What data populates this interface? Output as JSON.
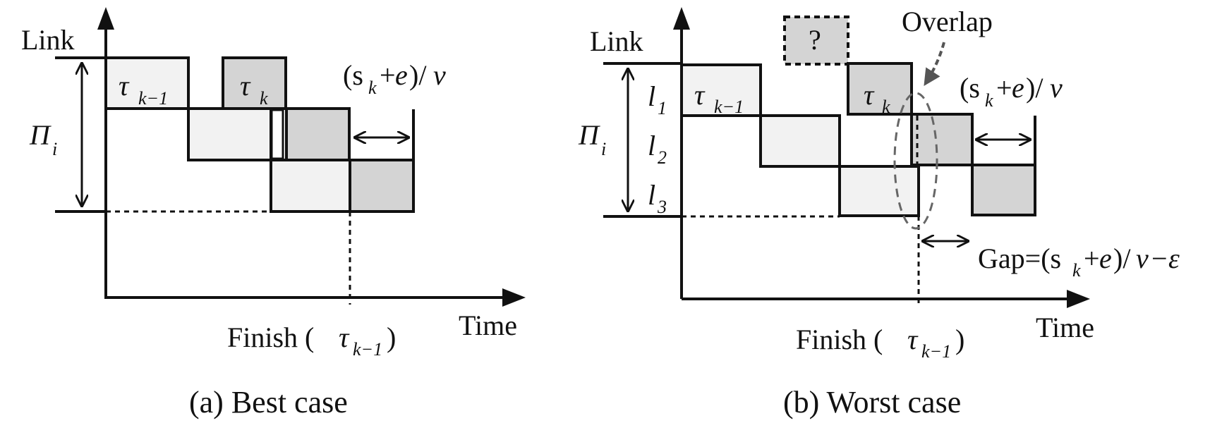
{
  "panel_a": {
    "y_axis_label": "Link",
    "x_axis_label": "Time",
    "task_prev": "τ",
    "task_prev_sub": "k−1",
    "task_k": "τ",
    "task_k_sub": "k",
    "pi_label": "Π",
    "pi_sub": "i",
    "gap_label_pre": "(s",
    "gap_label_sub": "k",
    "gap_label_mid": "+",
    "gap_label_e": "e",
    "gap_label_post": ")/",
    "gap_label_v": "v",
    "finish_label": "Finish (",
    "finish_tau": "τ",
    "finish_sub": "k−1",
    "finish_close": ")",
    "caption": "(a) Best case"
  },
  "panel_b": {
    "y_axis_label": "Link",
    "x_axis_label": "Time",
    "question_mark": "?",
    "overlap_label": "Overlap",
    "task_prev": "τ",
    "task_prev_sub": "k−1",
    "task_k": "τ",
    "task_k_sub": "k",
    "pi_label": "Π",
    "pi_sub": "i",
    "link_l1": "l",
    "link_l1_sub": "1",
    "link_l2": "l",
    "link_l2_sub": "2",
    "link_l3": "l",
    "link_l3_sub": "3",
    "gap_label_pre": "(s",
    "gap_label_sub": "k",
    "gap_label_mid": "+",
    "gap_label_e": "e",
    "gap_label_post": ")/",
    "gap_label_v": "v",
    "gap_eq_pre": "Gap=(s",
    "gap_eq_sub": "k",
    "gap_eq_mid": "+",
    "gap_eq_e": "e",
    "gap_eq_post": ")/",
    "gap_eq_v": "v",
    "gap_eq_minus": "−",
    "gap_eq_eps": "ε",
    "finish_label": "Finish (",
    "finish_tau": "τ",
    "finish_sub": "k−1",
    "finish_close": ")",
    "caption": "(b) Worst case"
  }
}
